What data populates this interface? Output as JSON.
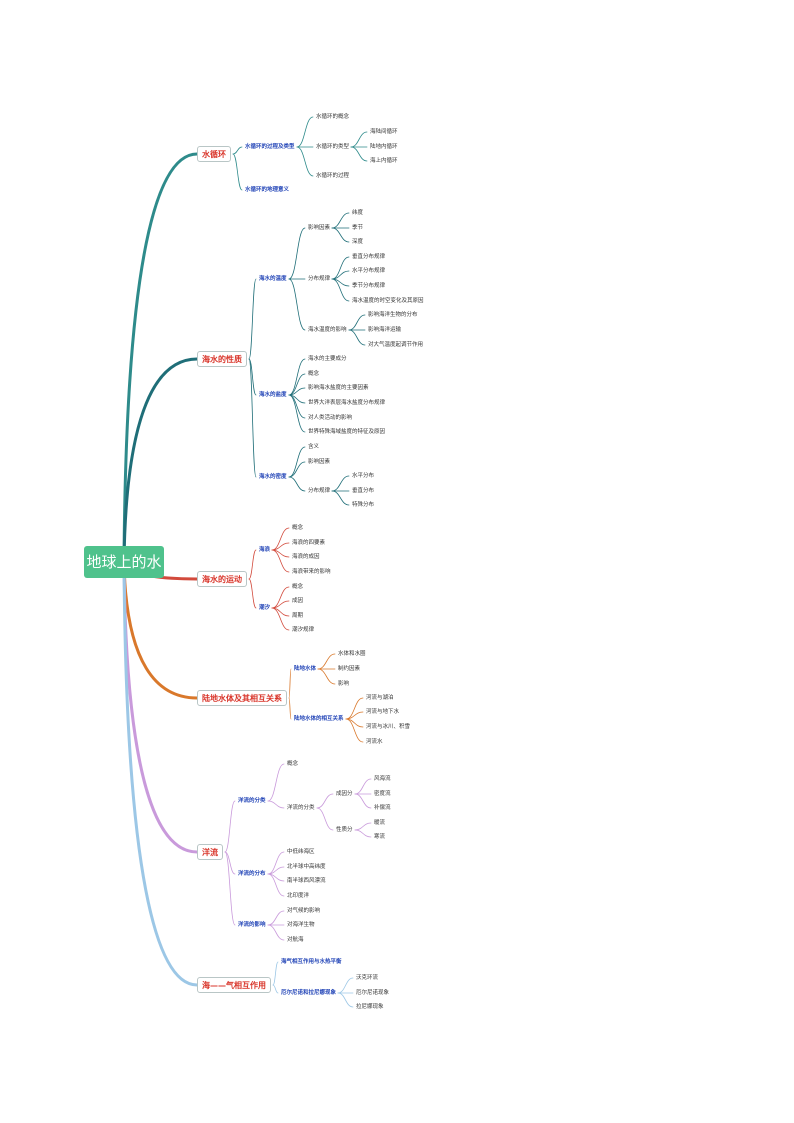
{
  "root": "地球上的水",
  "colors": {
    "root_fill": "#4fc28c",
    "branch_1": "#2e8b8b",
    "branch_2": "#1f6e78",
    "branch_3": "#d24a3c",
    "branch_4": "#d9782b",
    "branch_5": "#c99adb",
    "branch_6": "#9cc7e6"
  },
  "branches": [
    {
      "label": "水循环",
      "children": [
        {
          "label": "水循环的过程及类型",
          "children": [
            {
              "label": "水循环的概念"
            },
            {
              "label": "水循环的类型",
              "children": [
                {
                  "label": "海陆间循环"
                },
                {
                  "label": "陆地内循环"
                },
                {
                  "label": "海上内循环"
                }
              ]
            },
            {
              "label": "水循环的过程"
            }
          ]
        },
        {
          "label": "水循环的地理意义"
        }
      ]
    },
    {
      "label": "海水的性质",
      "children": [
        {
          "label": "海水的温度",
          "children": [
            {
              "label": "影响因素",
              "children": [
                {
                  "label": "纬度"
                },
                {
                  "label": "季节"
                },
                {
                  "label": "深度"
                }
              ]
            },
            {
              "label": "分布规律",
              "children": [
                {
                  "label": "垂直分布规律"
                },
                {
                  "label": "水平分布规律"
                },
                {
                  "label": "季节分布规律"
                },
                {
                  "label": "海水温度的时空变化及其原因"
                }
              ]
            },
            {
              "label": "海水温度的影响",
              "children": [
                {
                  "label": "影响海洋生物的分布"
                },
                {
                  "label": "影响海洋运输"
                },
                {
                  "label": "对大气温度起调节作用"
                }
              ]
            }
          ]
        },
        {
          "label": "海水的盐度",
          "children": [
            {
              "label": "海水的主要成分"
            },
            {
              "label": "概念"
            },
            {
              "label": "影响海水盐度的主要因素"
            },
            {
              "label": "世界大洋表层海水盐度分布规律"
            },
            {
              "label": "对人类活动的影响"
            },
            {
              "label": "世界特殊海域盐度的特征及原因"
            }
          ]
        },
        {
          "label": "海水的密度",
          "children": [
            {
              "label": "含义"
            },
            {
              "label": "影响因素"
            },
            {
              "label": "分布规律",
              "children": [
                {
                  "label": "水平分布"
                },
                {
                  "label": "垂直分布"
                },
                {
                  "label": "特殊分布"
                }
              ]
            }
          ]
        }
      ]
    },
    {
      "label": "海水的运动",
      "children": [
        {
          "label": "海浪",
          "children": [
            {
              "label": "概念"
            },
            {
              "label": "海浪的四要素"
            },
            {
              "label": "海浪的成因"
            },
            {
              "label": "海浪带来的影响"
            }
          ]
        },
        {
          "label": "潮汐",
          "children": [
            {
              "label": "概念"
            },
            {
              "label": "成因"
            },
            {
              "label": "周期"
            },
            {
              "label": "潮汐规律"
            }
          ]
        }
      ]
    },
    {
      "label": "陆地水体及其相互关系",
      "children": [
        {
          "label": "陆地水体",
          "children": [
            {
              "label": "水体和水圈"
            },
            {
              "label": "制约因素"
            },
            {
              "label": "影响"
            }
          ]
        },
        {
          "label": "陆地水体的相互关系",
          "children": [
            {
              "label": "河流与湖泊"
            },
            {
              "label": "河流与地下水"
            },
            {
              "label": "河流与冰川、积雪"
            },
            {
              "label": "河流水"
            }
          ]
        }
      ]
    },
    {
      "label": "洋流",
      "children": [
        {
          "label": "洋流的分类",
          "children": [
            {
              "label": "概念"
            },
            {
              "label": "洋流的分类",
              "children": [
                {
                  "label": "成因分",
                  "children": [
                    {
                      "label": "风海流"
                    },
                    {
                      "label": "密度流"
                    },
                    {
                      "label": "补偿流"
                    }
                  ]
                },
                {
                  "label": "性质分",
                  "children": [
                    {
                      "label": "暖流"
                    },
                    {
                      "label": "寒流"
                    }
                  ]
                }
              ]
            }
          ]
        },
        {
          "label": "洋流的分布",
          "children": [
            {
              "label": "中低纬海区"
            },
            {
              "label": "北半球中高纬度"
            },
            {
              "label": "南半球西风漂流"
            },
            {
              "label": "北印度洋"
            }
          ]
        },
        {
          "label": "洋流的影响",
          "children": [
            {
              "label": "对气候的影响"
            },
            {
              "label": "对海洋生物"
            },
            {
              "label": "对航海"
            }
          ]
        }
      ]
    },
    {
      "label": "海——气相互作用",
      "children": [
        {
          "label": "海气相互作用与水热平衡"
        },
        {
          "label": "厄尔尼诺和拉尼娜现象",
          "children": [
            {
              "label": "沃克环流"
            },
            {
              "label": "厄尔尼诺现象"
            },
            {
              "label": "拉尼娜现象"
            }
          ]
        }
      ]
    }
  ]
}
